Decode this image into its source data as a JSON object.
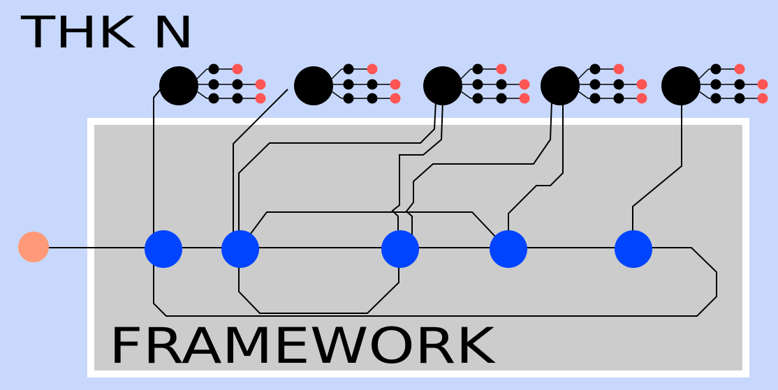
{
  "title": "THK N",
  "framework_label": "FRAMEWORK",
  "colors": {
    "background": "#c8d8fc",
    "framework_border": "#ffffff",
    "framework_fill": "#cccccc",
    "hub": "#000000",
    "hub_inner_dot": "#000000",
    "hub_outer_dot": "#ff5555",
    "bus_node": "#0044ff",
    "input_node": "#ff9977",
    "wire": "#000000"
  },
  "hub_count": 5,
  "bus_node_count": 5,
  "input_node_count": 1
}
